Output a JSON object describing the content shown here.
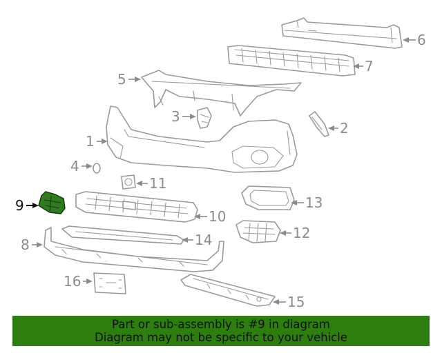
{
  "callouts": {
    "c1": "1",
    "c2": "2",
    "c3": "3",
    "c4": "4",
    "c5": "5",
    "c6": "6",
    "c7": "7",
    "c8": "8",
    "c9": "9",
    "c10": "10",
    "c11": "11",
    "c12": "12",
    "c13": "13",
    "c14": "14",
    "c15": "15",
    "c16": "16"
  },
  "highlighted_part": "9",
  "colors": {
    "highlight_fill": "#2f7a22",
    "banner": "#2d7d0f",
    "line_art": "#9a9a9a"
  },
  "footer": {
    "line1": "Part or sub-assembly is #9 in diagram",
    "line2": "Diagram may not be specific to your vehicle"
  }
}
